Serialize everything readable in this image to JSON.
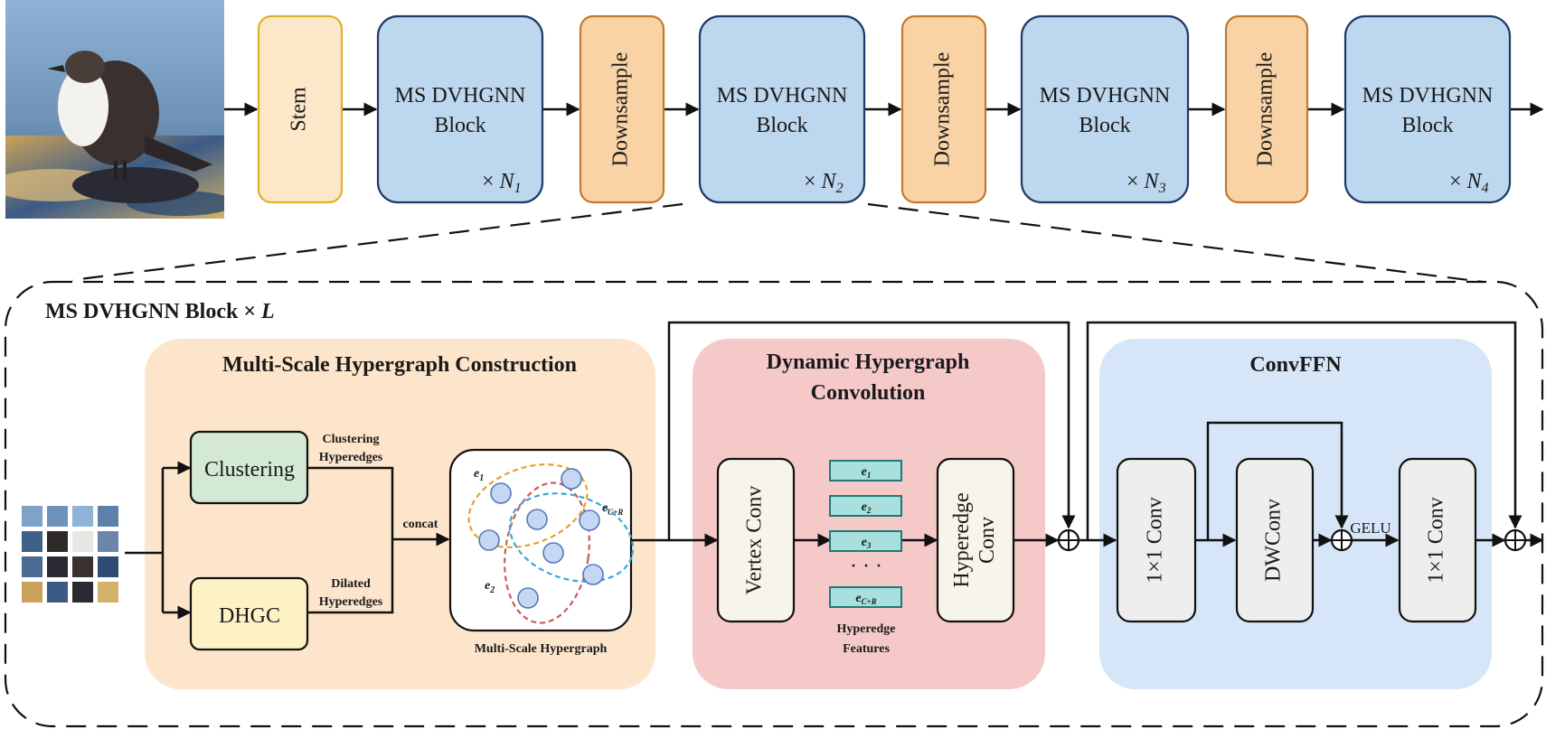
{
  "top_row": {
    "stem": "Stem",
    "block_line1": "MS DVHGNN",
    "block_line2": "Block",
    "downsample": "Downsample",
    "multipliers": [
      "N1",
      "N2",
      "N3",
      "N4"
    ],
    "times": "×",
    "subscripts": [
      "1",
      "2",
      "3",
      "4"
    ]
  },
  "block_detail": {
    "title": "MS DVHGNN Block ×",
    "title_italic": "L",
    "msh": {
      "title": "Multi-Scale Hypergraph Construction",
      "clustering": "Clustering",
      "dhgc": "DHGC",
      "clustering_edges_1": "Clustering",
      "clustering_edges_2": "Hyperedges",
      "dilated_edges_1": "Dilated",
      "dilated_edges_2": "Hyperedges",
      "concat": "concat",
      "hypergraph_label": "Multi-Scale Hypergraph",
      "e1": "e1",
      "e2": "e2",
      "ecr": "eC+R"
    },
    "dhc": {
      "title_1": "Dynamic Hypergraph",
      "title_2": "Convolution",
      "vertex_conv": "Vertex Conv",
      "hyperedge_conv_1": "Hyperedge",
      "hyperedge_conv_2": "Conv",
      "features": [
        "e1",
        "e2",
        "e3",
        "eC+R"
      ],
      "dots": "· · ·",
      "features_label_1": "Hyperedge",
      "features_label_2": "Features"
    },
    "ffn": {
      "title": "ConvFFN",
      "conv1": "1×1 Conv",
      "dwconv": "DWConv",
      "conv2": "1×1 Conv",
      "gelu": "GELU"
    }
  },
  "colors": {
    "stem_fill": "#fde7c9",
    "stem_stroke": "#e0b12a",
    "block_fill": "#bdd7ee",
    "block_stroke": "#1f3a66",
    "down_fill": "#f9d3a6",
    "down_stroke": "#c07a2c",
    "msh_bg": "#fde5cb",
    "dhc_bg": "#f6c9c9",
    "ffn_bg": "#d6e6f8",
    "clustering_fill": "#d3e9d3",
    "dhgc_fill": "#fdf2c6",
    "vertex_fill": "#f7f4ea",
    "feature_fill": "#a8e0de",
    "feature_stroke": "#1e7a7a",
    "conv_fill": "#eeeeee",
    "node_fill": "#c5d7f2",
    "node_stroke": "#5577bb",
    "orange_dash": "#e3a22b",
    "red_dash": "#cc5a5a",
    "blue_dash": "#3aa6d8"
  }
}
